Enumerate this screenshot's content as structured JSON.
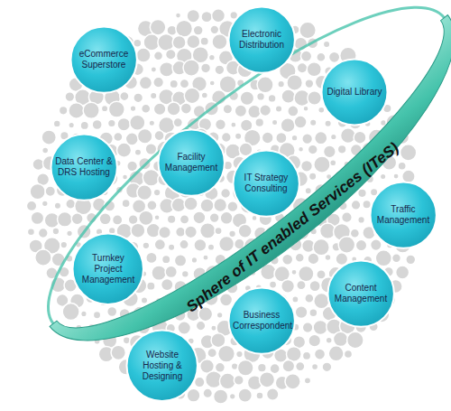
{
  "diagram": {
    "nodes": [
      {
        "text": [
          "eCommerce Superstore"
        ]
      },
      {
        "text": [
          "Electronic Distribution"
        ]
      },
      {
        "text": [
          "Digital Library"
        ]
      },
      {
        "text": [
          "Data Center & DRS Hosting"
        ]
      },
      {
        "text": [
          "Facility Management"
        ]
      },
      {
        "text": [
          "IT Strategy Consulting"
        ]
      },
      {
        "text": [
          "Traffic Management"
        ]
      },
      {
        "text": [
          "Turnkey Project Management"
        ]
      },
      {
        "text": [
          "Content Management"
        ]
      },
      {
        "text": [
          "Business Correspondent"
        ]
      },
      {
        "text": [
          "Website Hosting & Designing"
        ]
      }
    ],
    "labels": [
      "Sphere of IT enabled Services (ITeS)"
    ]
  }
}
